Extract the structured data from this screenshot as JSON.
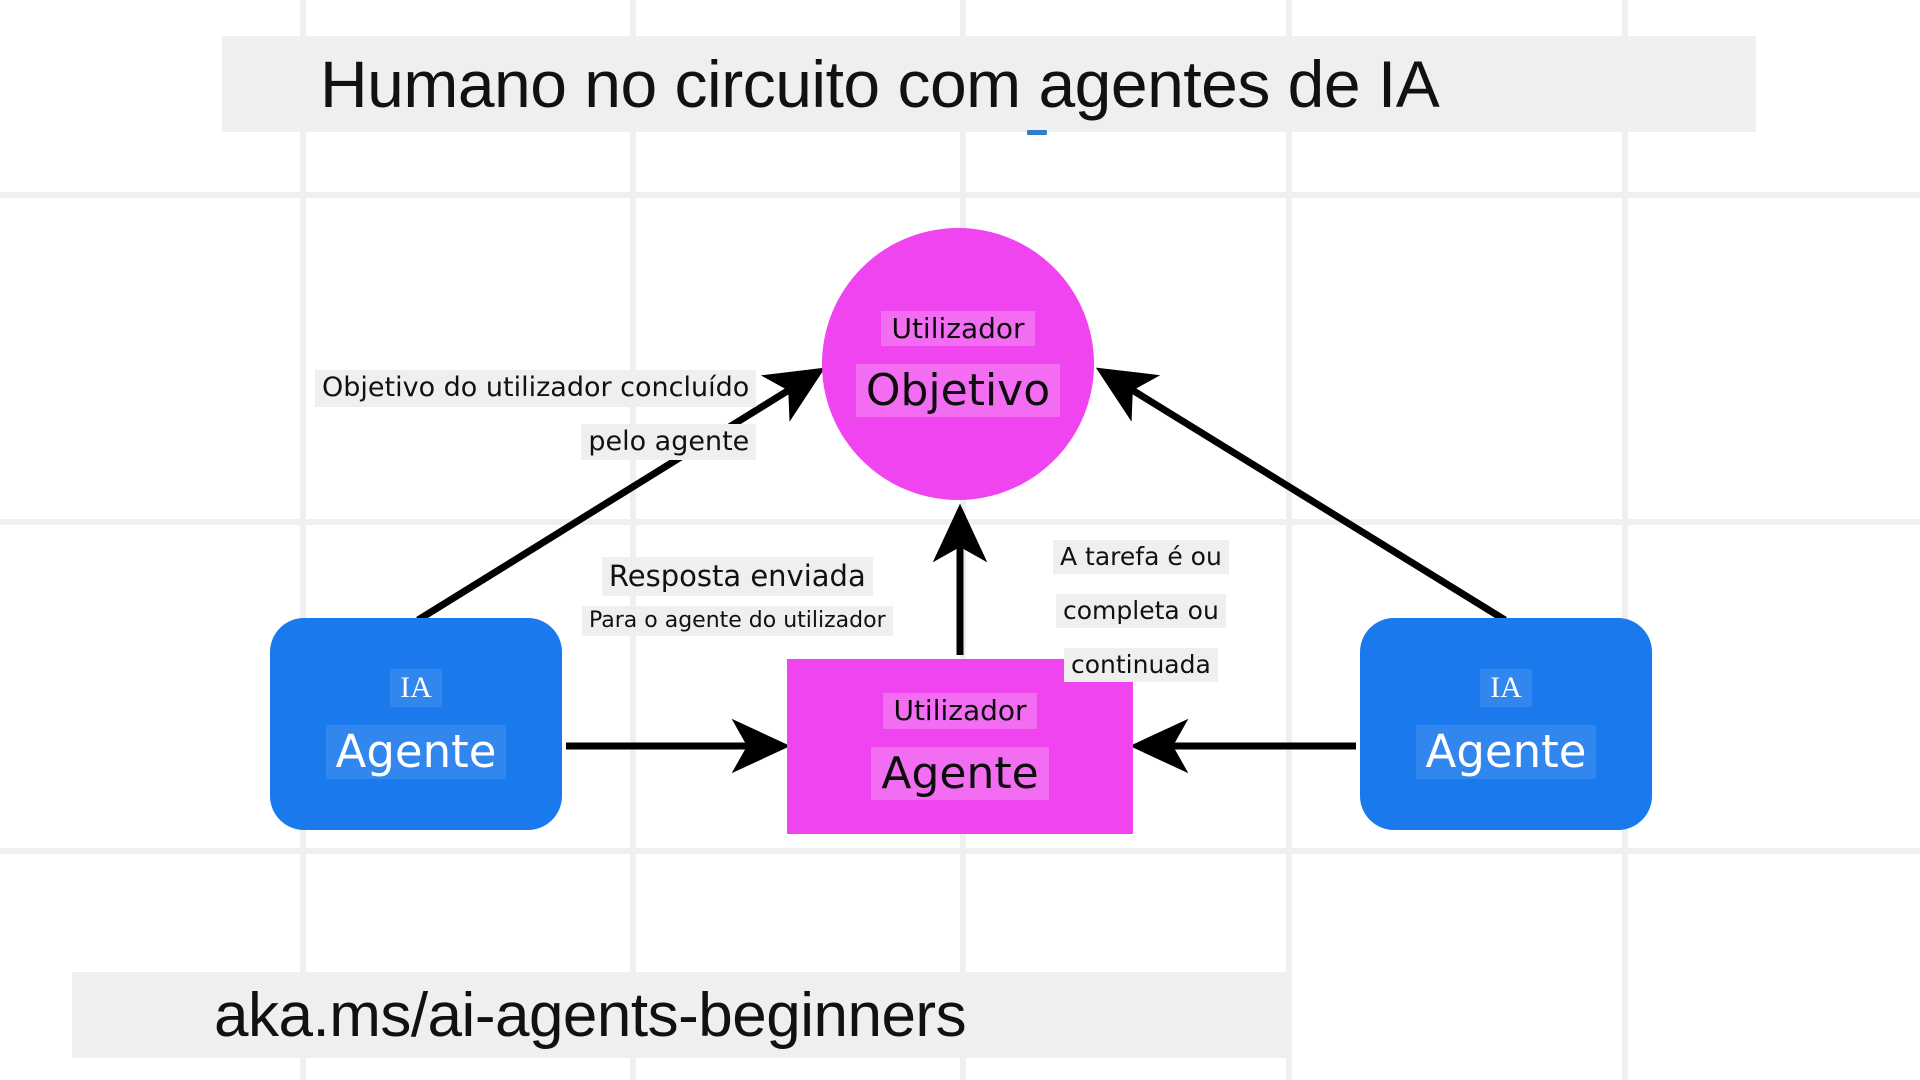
{
  "header": {
    "title": "Humano no circuito com agentes de IA"
  },
  "footer": {
    "link": "aka.ms/ai-agents-beginners"
  },
  "colors": {
    "blue_node": "#1a7aed",
    "magenta_node": "#ef44ef",
    "banner_gray": "#efefef",
    "grid_line": "#efefef",
    "arrow": "#000000",
    "caret_blue": "#2f80c9"
  },
  "nodes": {
    "user_goal": {
      "shape": "circle",
      "line1": "Utilizador",
      "line2": "Objetivo"
    },
    "agent_left": {
      "shape": "rounded-rect",
      "line1": "IA",
      "line2": "Agente"
    },
    "user_agent_center": {
      "shape": "rect",
      "line1": "Utilizador",
      "line2": "Agente"
    },
    "agent_right": {
      "shape": "rounded-rect",
      "line1": "IA",
      "line2": "Agente"
    }
  },
  "edge_labels": {
    "goal_completed": {
      "line1": "Objetivo do utilizador concluído",
      "line2": "pelo agente"
    },
    "response_sent": {
      "line1": "Resposta enviada",
      "line2": "Para o agente do utilizador"
    },
    "task_state": {
      "line1": "A tarefa é ou",
      "line2": "completa ou",
      "line3": "continuada"
    }
  }
}
